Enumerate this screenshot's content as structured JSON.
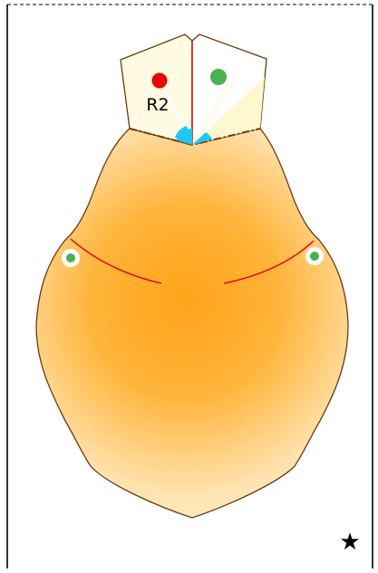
{
  "diagram": {
    "label_r2": "R2",
    "star_glyph": "★",
    "colors": {
      "frame": "#000000",
      "outline": "#6b3a14",
      "body_center": "#ffa31a",
      "body_edge": "#fff5dd",
      "panel_fill": "#fffbe2",
      "panel_highlight": "#fff7c9",
      "red_dot": "#ee0000",
      "green_dot": "#4caf50",
      "cyan_wedge": "#1ec8f0",
      "red_line": "#e00000"
    },
    "markers": [
      {
        "name": "red-dot",
        "color": "red"
      },
      {
        "name": "green-dot",
        "color": "green"
      },
      {
        "name": "left-hole",
        "color": "green"
      },
      {
        "name": "right-hole",
        "color": "green"
      }
    ]
  }
}
